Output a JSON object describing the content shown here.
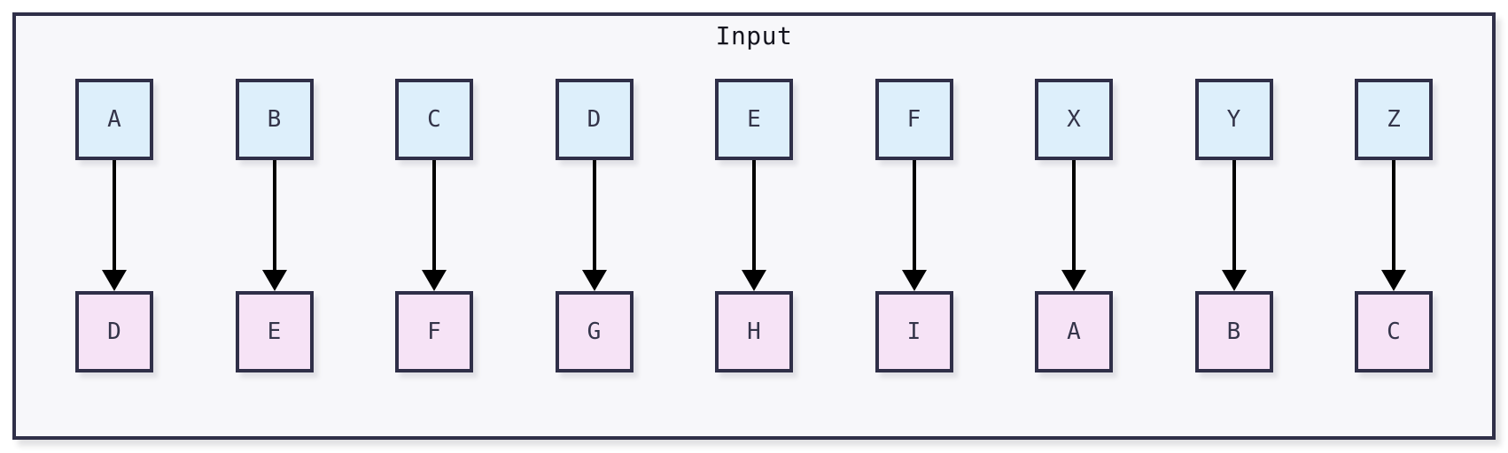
{
  "diagram": {
    "title": "Input",
    "pairs": [
      {
        "from": "A",
        "to": "D"
      },
      {
        "from": "B",
        "to": "E"
      },
      {
        "from": "C",
        "to": "F"
      },
      {
        "from": "D",
        "to": "G"
      },
      {
        "from": "E",
        "to": "H"
      },
      {
        "from": "F",
        "to": "I"
      },
      {
        "from": "X",
        "to": "A"
      },
      {
        "from": "Y",
        "to": "B"
      },
      {
        "from": "Z",
        "to": "C"
      }
    ],
    "colors": {
      "source_fill": "#ddeffb",
      "target_fill": "#f6e3f6",
      "node_border": "#2f2f48",
      "frame_border": "#2f2f48",
      "frame_background": "#f7f7fa",
      "arrow": "#000000"
    }
  }
}
